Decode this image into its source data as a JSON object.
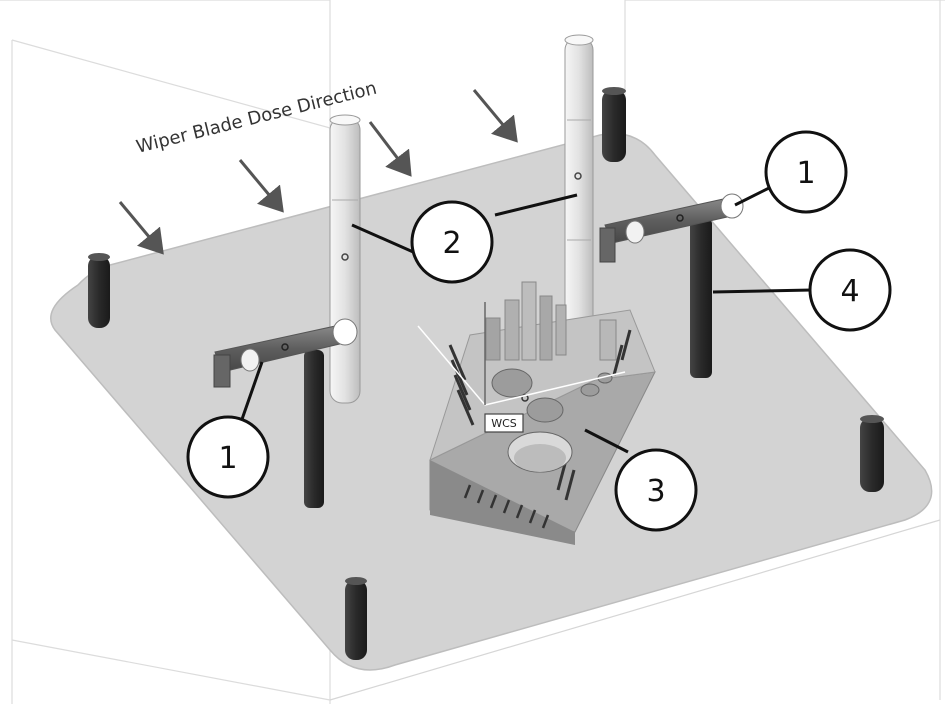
{
  "direction_label": "Wiper Blade Dose Direction",
  "coordinate_label": "WCS",
  "callouts": {
    "support_left": "1",
    "support_right": "1",
    "vertical_post": "2",
    "part": "3",
    "column": "4"
  },
  "colors": {
    "platform": "#d2d2d2",
    "pillar": "#2e2e2e",
    "rod": "#e6e6e6",
    "part": "#b5b5b5",
    "support": "#6e6e6e",
    "arrow": "#555555"
  }
}
